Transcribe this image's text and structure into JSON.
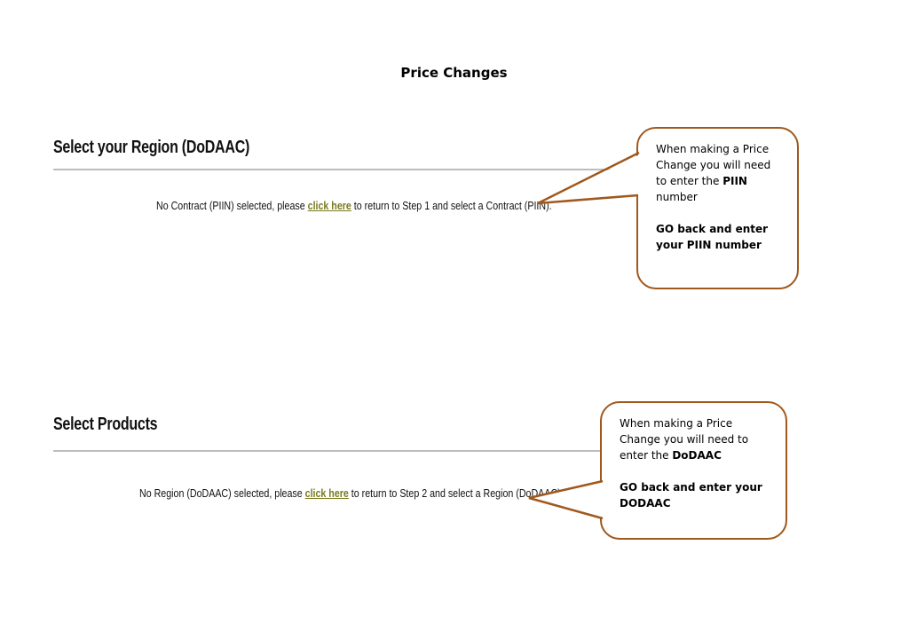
{
  "page_title": "Price Changes",
  "sections": [
    {
      "heading": "Select your Region (DoDAAC)",
      "message_before": "No Contract (PIIN) selected, please ",
      "link_text": "click here",
      "message_after": " to return to Step 1 and select a Contract (PIIN).",
      "callout": {
        "line1_pre": "When making a Price Change you will need to enter the ",
        "line1_bold": "PIIN",
        "line1_post": " number",
        "line2_bold": "GO back and enter your PIIN number"
      }
    },
    {
      "heading": "Select Products",
      "message_before": "No Region (DoDAAC) selected, please ",
      "link_text": "click here",
      "message_after": " to return to Step 2 and select a Region (DoDAAC).",
      "callout": {
        "line1_pre": "When making a Price Change you will need to enter the ",
        "line1_bold": "DoDAAC",
        "line1_post": "",
        "line2_bold": "GO back and enter your DODAAC"
      }
    }
  ],
  "colors": {
    "callout_border": "#a0581c",
    "link": "#7a7a1f",
    "rule": "#bdbdbd"
  }
}
